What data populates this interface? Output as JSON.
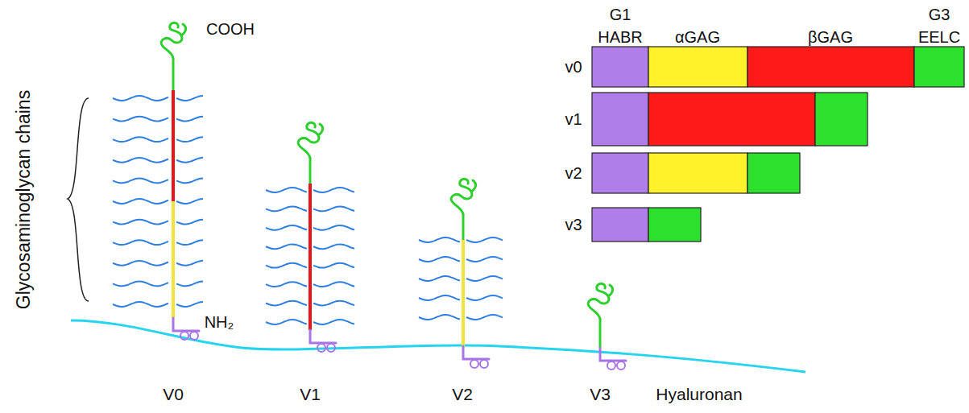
{
  "diagram": {
    "labels": [
      "Glycosaminoglycan chains",
      "COOH",
      "NH₂",
      "V0",
      "V1",
      "V2",
      "V3",
      "Hyaluronan",
      "G1",
      "HABR",
      "αGAG",
      "βGAG",
      "G3",
      "EELC",
      "v0",
      "v1",
      "v2",
      "v3"
    ]
  }
}
